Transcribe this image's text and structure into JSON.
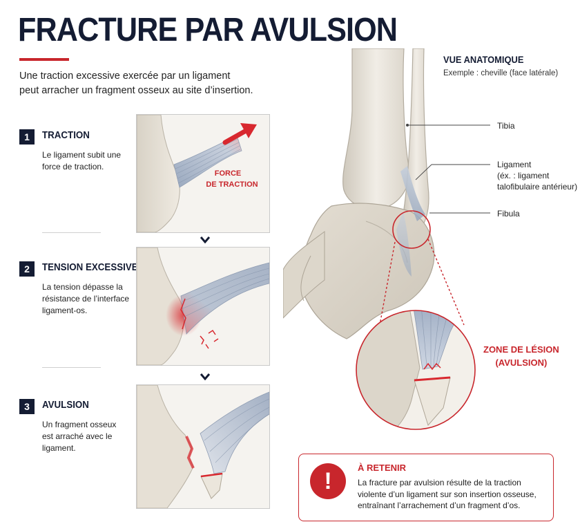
{
  "title": "FRACTURE PAR AVULSION",
  "intro": [
    "Une traction excessive exercée par un ligament",
    "peut arracher un fragment osseux au site d’insertion."
  ],
  "steps": [
    {
      "number": "1",
      "title": "TRACTION",
      "description": [
        "Le ligament subit une",
        "force de traction."
      ]
    },
    {
      "number": "2",
      "title": "TENSION EXCESSIVE",
      "description": [
        "La tension dépasse la",
        "résistance de l’interface",
        "ligament-os."
      ]
    },
    {
      "number": "3",
      "title": "AVULSION",
      "description": [
        "Un fragment osseux",
        "est arraché avec le",
        "ligament."
      ]
    }
  ],
  "force_label": [
    "FORCE",
    "DE TRACTION"
  ],
  "anatomy": {
    "title": "VUE ANATOMIQUE",
    "subtitle": "Exemple : cheville (face latérale)",
    "labels": {
      "tibia": "Tibia",
      "ligament": [
        "Ligament",
        "(éx. : ligament",
        "talofibulaire antérieur)"
      ],
      "fibula": "Fibula"
    },
    "zone_label": [
      "ZONE DE LÉSION",
      "(AVULSION)"
    ]
  },
  "callout": {
    "icon": "!",
    "icon_name": "exclamation-icon",
    "title": "À RETENIR",
    "text": [
      "La fracture par avulsion résulte de la traction",
      "violente d’un ligament sur son insertion osseuse,",
      "entraînant l’arrachement d’un fragment d’os."
    ]
  },
  "colors": {
    "navy": "#141c33",
    "accent_red": "#c8262c",
    "bone": "#e9e4da",
    "ligament": "#a9b6c8"
  }
}
